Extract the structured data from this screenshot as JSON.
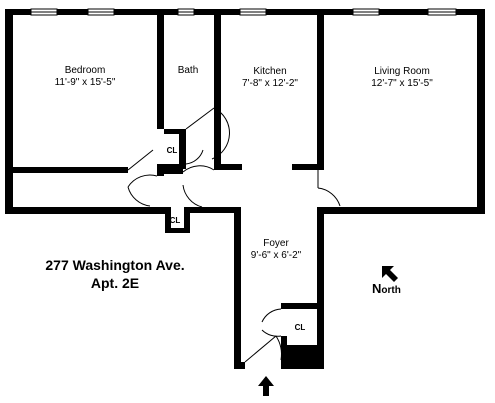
{
  "rooms": {
    "bedroom": {
      "name": "Bedroom",
      "dims": "11'-9\" x 15'-5\""
    },
    "bath": {
      "name": "Bath"
    },
    "kitchen": {
      "name": "Kitchen",
      "dims": "7'-8\" x 12'-2\""
    },
    "living": {
      "name": "Living Room",
      "dims": "12'-7\"  x 15'-5\""
    },
    "foyer": {
      "name": "Foyer",
      "dims": "9'-6\" x 6'-2\""
    }
  },
  "closets": {
    "bath_closet": "CL",
    "hall_closet": "CL",
    "foyer_closet": "CL"
  },
  "address": {
    "line1": "277 Washington Ave.",
    "line2": "Apt. 2E"
  },
  "compass": {
    "first_letter": "N",
    "rest": "orth"
  },
  "colors": {
    "wall": "#000000",
    "background": "#ffffff"
  }
}
